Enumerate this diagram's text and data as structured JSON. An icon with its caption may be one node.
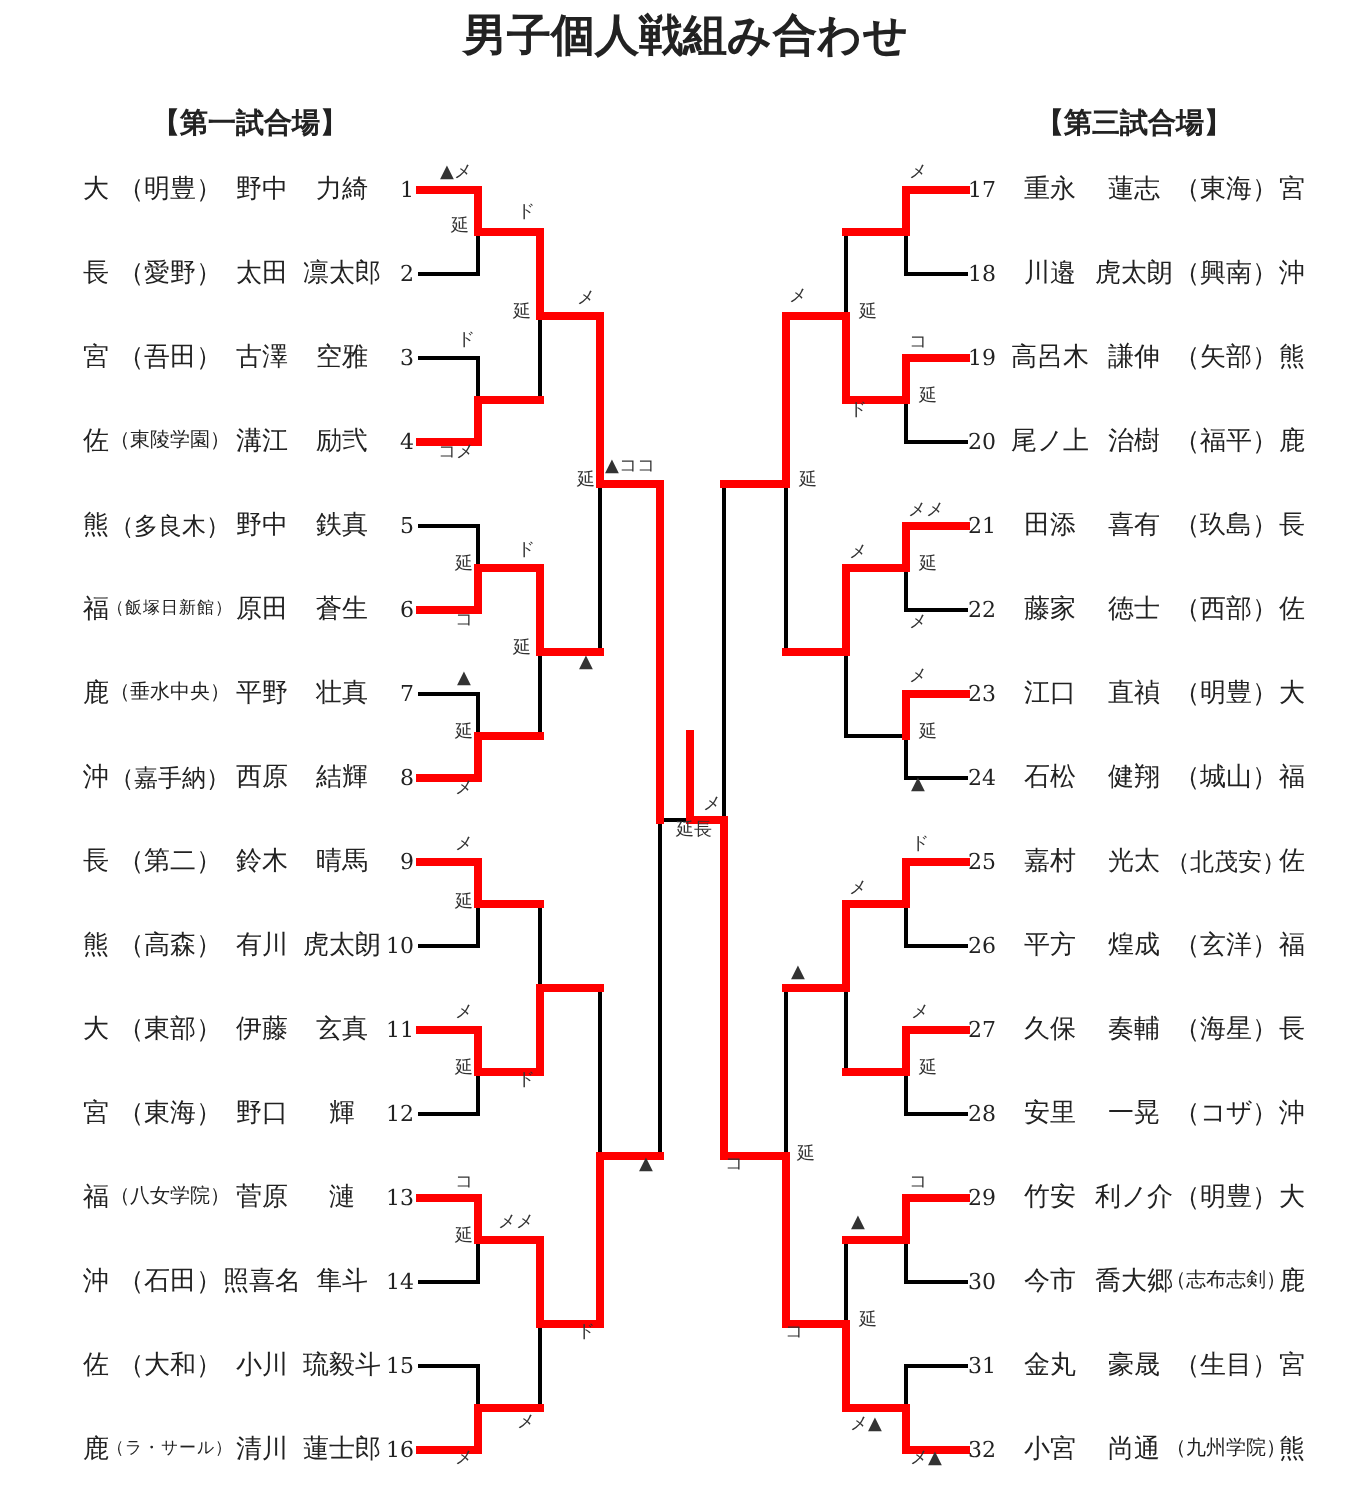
{
  "diagram": {
    "title": "男子個人戦組み合わせ",
    "labels": [
      "【第一試合場】",
      "【第三試合場】",
      "大",
      "（明豊）",
      "野中",
      "力綺",
      "1",
      "17",
      "重永",
      "蓮志",
      "（東海）",
      "宮",
      "長",
      "（愛野）",
      "太田",
      "凛太郎",
      "2",
      "18",
      "川邉",
      "虎太朗",
      "（興南）",
      "沖",
      "宮",
      "（吾田）",
      "古澤",
      "空雅",
      "3",
      "19",
      "高呂木",
      "謙伸",
      "（矢部）",
      "熊",
      "佐",
      "（東陵学園）",
      "溝江",
      "励弐",
      "4",
      "20",
      "尾ノ上",
      "治樹",
      "（福平）",
      "鹿",
      "熊",
      "（多良木）",
      "野中",
      "鉄真",
      "5",
      "21",
      "田添",
      "喜有",
      "（玖島）",
      "長",
      "福",
      "（飯塚日新館）",
      "原田",
      "蒼生",
      "6",
      "22",
      "藤家",
      "徳士",
      "（西部）",
      "佐",
      "鹿",
      "（垂水中央）",
      "平野",
      "壮真",
      "7",
      "23",
      "江口",
      "直禎",
      "（明豊）",
      "大",
      "沖",
      "（嘉手納）",
      "西原",
      "結輝",
      "8",
      "24",
      "石松",
      "健翔",
      "（城山）",
      "福",
      "長",
      "（第二）",
      "鈴木",
      "晴馬",
      "9",
      "25",
      "嘉村",
      "光太",
      "（北茂安）",
      "佐",
      "熊",
      "（高森）",
      "有川",
      "虎太朗",
      "10",
      "26",
      "平方",
      "煌成",
      "（玄洋）",
      "福",
      "大",
      "（東部）",
      "伊藤",
      "玄真",
      "11",
      "27",
      "久保",
      "奏輔",
      "（海星）",
      "長",
      "宮",
      "（東海）",
      "野口",
      "輝",
      "12",
      "28",
      "安里",
      "一晃",
      "（コザ）",
      "沖",
      "福",
      "（八女学院）",
      "菅原",
      "漣",
      "13",
      "29",
      "竹安",
      "利ノ介",
      "（明豊）",
      "大",
      "沖",
      "（石田）",
      "照喜名",
      "隼斗",
      "14",
      "30",
      "今市",
      "喬大郷",
      "（志布志剣）",
      "鹿",
      "佐",
      "（大和）",
      "小川",
      "琉毅斗",
      "15",
      "31",
      "金丸",
      "豪晟",
      "（生目）",
      "宮",
      "鹿",
      "（ラ・サール）",
      "清川",
      "蓮士郎",
      "16",
      "32",
      "小宮",
      "尚通",
      "（九州学院）",
      "熊",
      "▲メ",
      "延",
      "ド",
      "延",
      "メ",
      "ド",
      "コメ",
      "▲ココ",
      "延",
      "延",
      "ド",
      "コ",
      "延",
      "▲",
      "▲",
      "延",
      "メ",
      "メ",
      "延",
      "メ",
      "延",
      "ド",
      "▲",
      "コ",
      "メメ",
      "延",
      "ド",
      "メ",
      "メ",
      "メ",
      "延長",
      "メ",
      "延",
      "メ",
      "コ",
      "延",
      "ド",
      "延",
      "メメ",
      "延",
      "メ",
      "メ",
      "メ",
      "延",
      "▲",
      "ド",
      "メ",
      "▲",
      "メ",
      "延",
      "延",
      "コ",
      "コ",
      "▲",
      "延",
      "コ",
      "メ▲",
      "メ▲"
    ]
  }
}
